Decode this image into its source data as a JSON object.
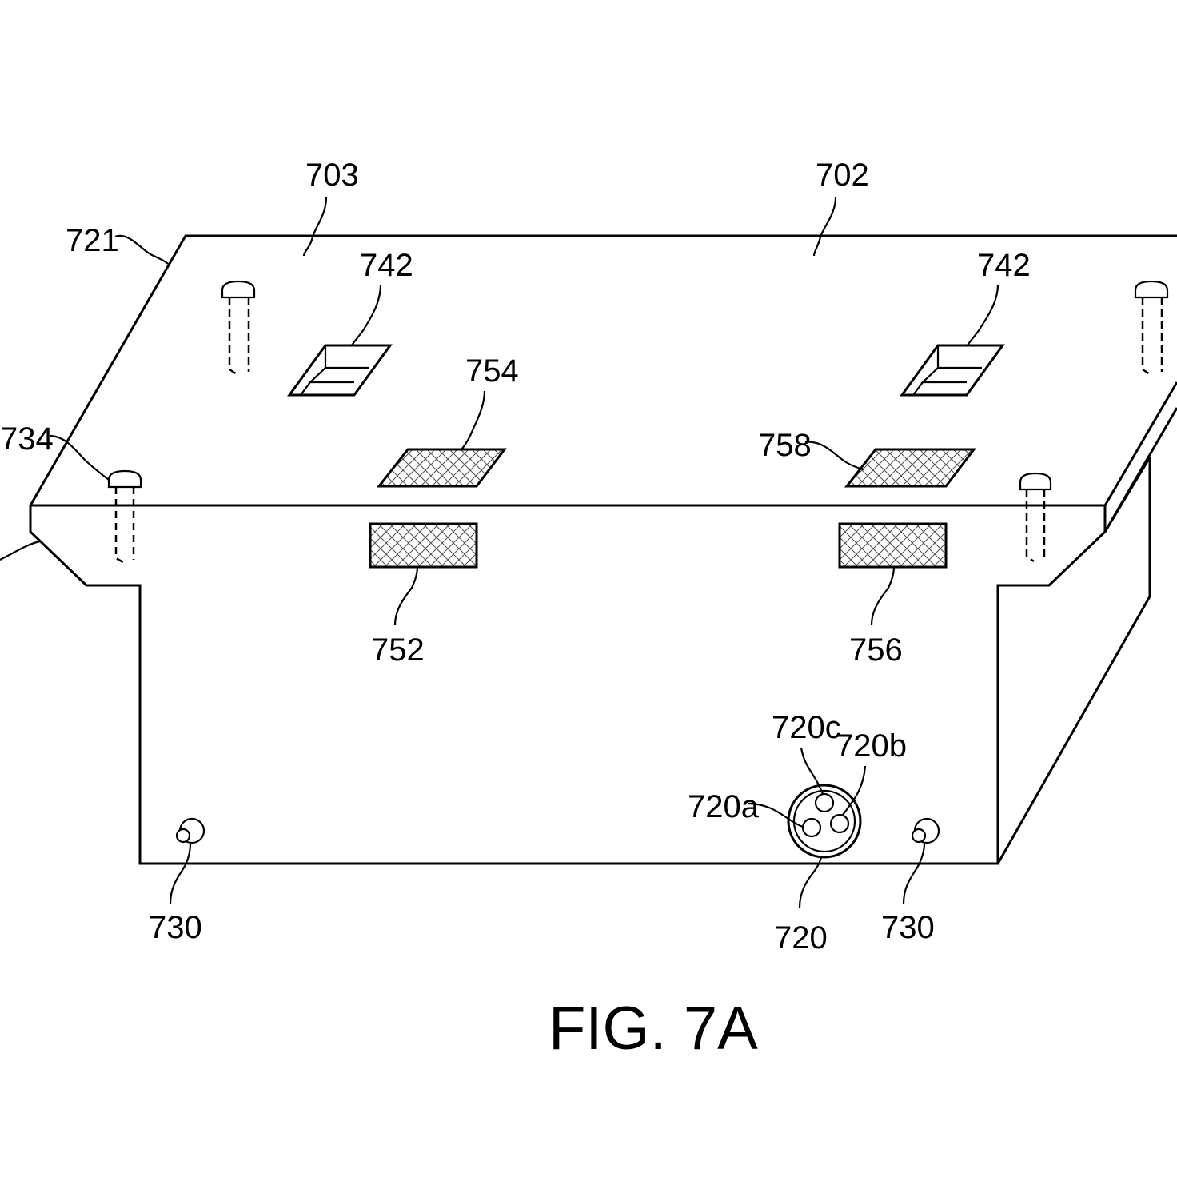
{
  "caption": "FIG. 7A",
  "reference_numerals": {
    "top_surface": "703",
    "top_surface_right": "702",
    "edge": "721",
    "slot_left": "742",
    "slot_right": "742",
    "pad_top_left": "754",
    "pad_top_right": "758",
    "pin_left": "734",
    "pad_front_left": "752",
    "pad_front_right": "756",
    "connector": "720",
    "contact_a": "720a",
    "contact_b": "720b",
    "contact_c": "720c",
    "post_left": "730",
    "post_right": "730"
  }
}
